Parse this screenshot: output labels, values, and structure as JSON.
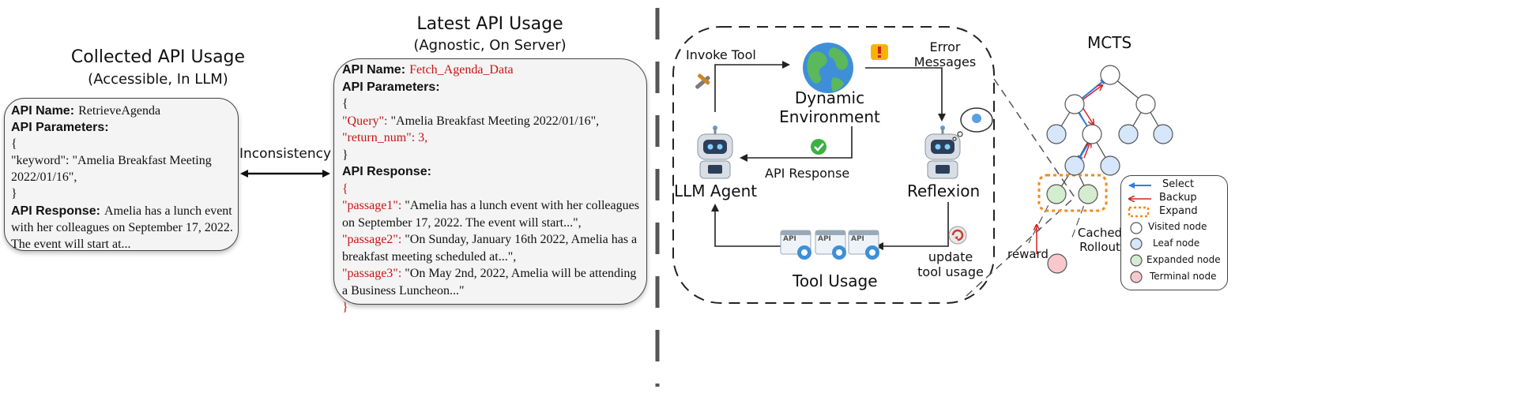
{
  "left_panel": {
    "title": "Collected API Usage",
    "subtitle": "(Accessible, In LLM)",
    "name_label": "API Name:",
    "name_value": "RetrieveAgenda",
    "params_label": "API Parameters:",
    "params_lines": [
      "{",
      "\"keyword\": \"Amelia Breakfast Meeting",
      "2022/01/16\",",
      "}"
    ],
    "response_label": "API Response:",
    "response_lines": [
      "Amelia has a lunch event",
      "with her colleagues on September 17, 2022.",
      "The event will start at..."
    ]
  },
  "inconsistency_label": "Inconsistency",
  "middle_panel": {
    "title": "Latest API Usage",
    "subtitle": "(Agnostic, On Server)",
    "name_label": "API Name:",
    "name_value": "Fetch_Agenda_Data",
    "params_label": "API Parameters:",
    "open_brace": "{",
    "query_key": "\"Query\":",
    "query_value": "\"Amelia Breakfast Meeting 2022/01/16\",",
    "return_key": "\"return_num\": 3,",
    "close_brace": "}",
    "response_label": "API Response:",
    "resp_open": "{",
    "p1_key": "\"passage1\":",
    "p1_value": "\"Amelia has a lunch event with her colleagues",
    "p1_cont": "on September 17, 2022. The event will start...\",",
    "p2_key": "\"passage2\":",
    "p2_value": "\"On Sunday, January 16th 2022, Amelia has a",
    "p2_cont": "breakfast meeting scheduled at...\",",
    "p3_key": "\"passage3\":",
    "p3_value": "\"On May 2nd, 2022, Amelia will be attending",
    "p3_cont": "a Business Luncheon...\"",
    "resp_close": "}"
  },
  "loop": {
    "invoke_tool": "Invoke Tool",
    "error_messages": [
      "Error",
      "Messages"
    ],
    "environment": [
      "Dynamic",
      "Environment"
    ],
    "api_response": "API Response",
    "llm_agent": "LLM Agent",
    "reflexion": "Reflexion",
    "tool_usage": "Tool Usage",
    "update": [
      "update",
      "tool usage"
    ],
    "api_chip": "API"
  },
  "mcts": {
    "title": "MCTS",
    "reward": "reward",
    "cached": [
      "Cached",
      "Rollout"
    ],
    "legend": {
      "select": "Select",
      "backup": "Backup",
      "expand": "Expand",
      "visited": "Visited node",
      "leaf": "Leaf node",
      "expanded": "Expanded node",
      "terminal": "Terminal node"
    }
  },
  "colors": {
    "key_red": "#c81414",
    "leaf_blue": "#d6e6fb",
    "expanded_green": "#d4ecd0",
    "terminal_pink": "#f8c8cc",
    "expand_orange": "#f08a1c",
    "select_blue": "#2f7de0",
    "backup_red": "#d62020"
  }
}
